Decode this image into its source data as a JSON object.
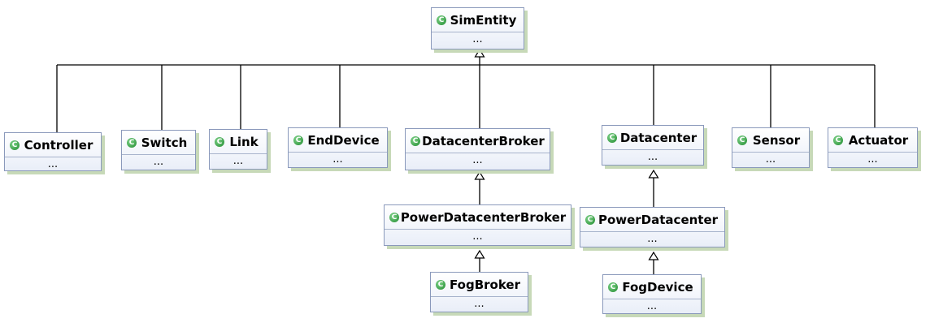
{
  "classes": [
    {
      "id": "simentity",
      "name": "SimEntity",
      "body": "...",
      "icon": "class-icon"
    },
    {
      "id": "controller",
      "name": "Controller",
      "body": "...",
      "icon": "class-icon"
    },
    {
      "id": "switch",
      "name": "Switch",
      "body": "...",
      "icon": "class-icon"
    },
    {
      "id": "link",
      "name": "Link",
      "body": "...",
      "icon": "class-icon"
    },
    {
      "id": "enddevice",
      "name": "EndDevice",
      "body": "...",
      "icon": "class-icon"
    },
    {
      "id": "datacenterbroker",
      "name": "DatacenterBroker",
      "body": "...",
      "icon": "class-icon"
    },
    {
      "id": "datacenter",
      "name": "Datacenter",
      "body": "...",
      "icon": "class-icon"
    },
    {
      "id": "sensor",
      "name": "Sensor",
      "body": "...",
      "icon": "class-icon"
    },
    {
      "id": "actuator",
      "name": "Actuator",
      "body": "...",
      "icon": "class-icon"
    },
    {
      "id": "powerdatacenterbroker",
      "name": "PowerDatacenterBroker",
      "body": "...",
      "icon": "class-icon"
    },
    {
      "id": "powerdatacenter",
      "name": "PowerDatacenter",
      "body": "...",
      "icon": "class-icon"
    },
    {
      "id": "fogbroker",
      "name": "FogBroker",
      "body": "...",
      "icon": "class-icon"
    },
    {
      "id": "fogdevice",
      "name": "FogDevice",
      "body": "...",
      "icon": "class-icon"
    }
  ],
  "inheritance": [
    {
      "child": "controller",
      "parent": "simentity"
    },
    {
      "child": "switch",
      "parent": "simentity"
    },
    {
      "child": "link",
      "parent": "simentity"
    },
    {
      "child": "enddevice",
      "parent": "simentity"
    },
    {
      "child": "datacenterbroker",
      "parent": "simentity"
    },
    {
      "child": "datacenter",
      "parent": "simentity"
    },
    {
      "child": "sensor",
      "parent": "simentity"
    },
    {
      "child": "actuator",
      "parent": "simentity"
    },
    {
      "child": "powerdatacenterbroker",
      "parent": "datacenterbroker"
    },
    {
      "child": "fogbroker",
      "parent": "powerdatacenterbroker"
    },
    {
      "child": "powerdatacenter",
      "parent": "datacenter"
    },
    {
      "child": "fogdevice",
      "parent": "powerdatacenter"
    }
  ],
  "colors": {
    "border": "#8a99bb",
    "fill_top": "#ffffff",
    "fill_bottom": "#e9eef8",
    "shadow": "#c7d9b8",
    "icon": "#1f8a2e",
    "edge": "#000000"
  }
}
